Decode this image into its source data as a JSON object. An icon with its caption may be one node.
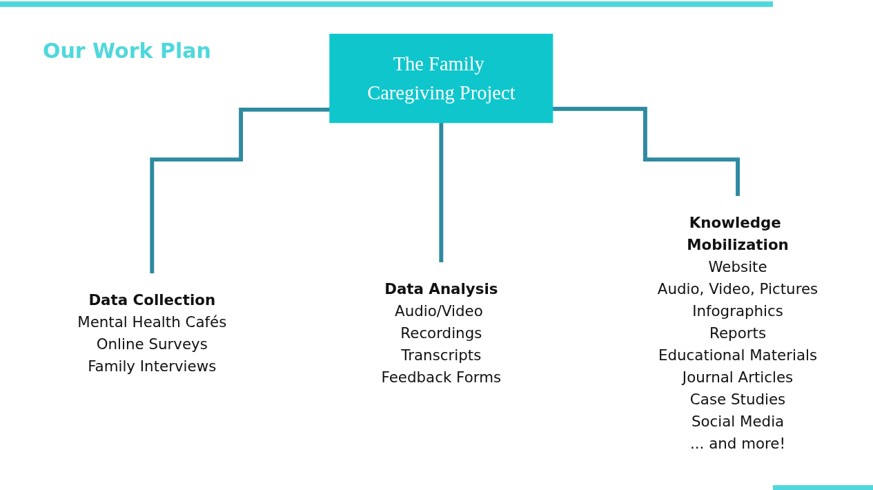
{
  "diagram": {
    "title": "Our Work Plan",
    "nodes": [
      {
        "text": [
          "The Family Caregiving Project"
        ]
      },
      {
        "text": [
          "Data Collection",
          "Mental Health Cafés",
          "Online Surveys",
          "Family Interviews"
        ]
      },
      {
        "text": [
          "Data Analysis",
          "Audio/Video Recordings",
          "Transcripts",
          "Feedback Forms"
        ]
      },
      {
        "text": [
          "Knowledge Mobilization",
          "Website",
          "Audio, Video, Pictures",
          "Infographics",
          "Reports",
          "Educational Materials",
          "Journal Articles",
          "Case Studies",
          "Social Media",
          "... and more!"
        ]
      }
    ],
    "edges": [
      {
        "from": 0,
        "to": 1,
        "arrow": "none"
      },
      {
        "from": 0,
        "to": 2,
        "arrow": "none"
      },
      {
        "from": 0,
        "to": 3,
        "arrow": "none"
      }
    ]
  }
}
